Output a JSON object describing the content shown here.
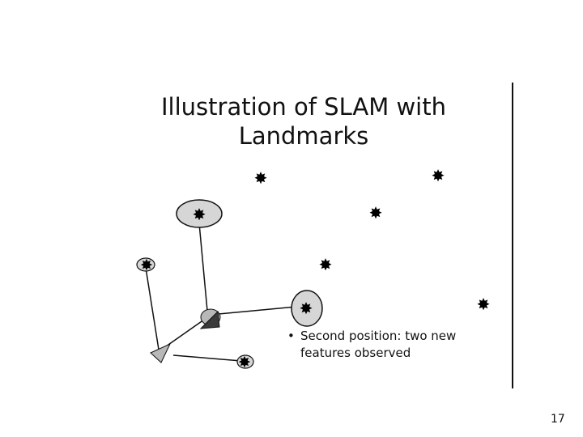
{
  "slide": {
    "title_line1": "Illustration of SLAM with",
    "title_line2": "Landmarks",
    "bullet_mark": "•",
    "bullet_line1": "Second position: two new",
    "bullet_line2": "features observed",
    "page_number": "17"
  },
  "diagram": {
    "star_symbol": "✸",
    "uncertainty_fill": "#d6d6d6",
    "robot_fill_first": "#b8b8b8",
    "robot_fill_second": "#3b3b3b",
    "line_color": "#111111"
  }
}
